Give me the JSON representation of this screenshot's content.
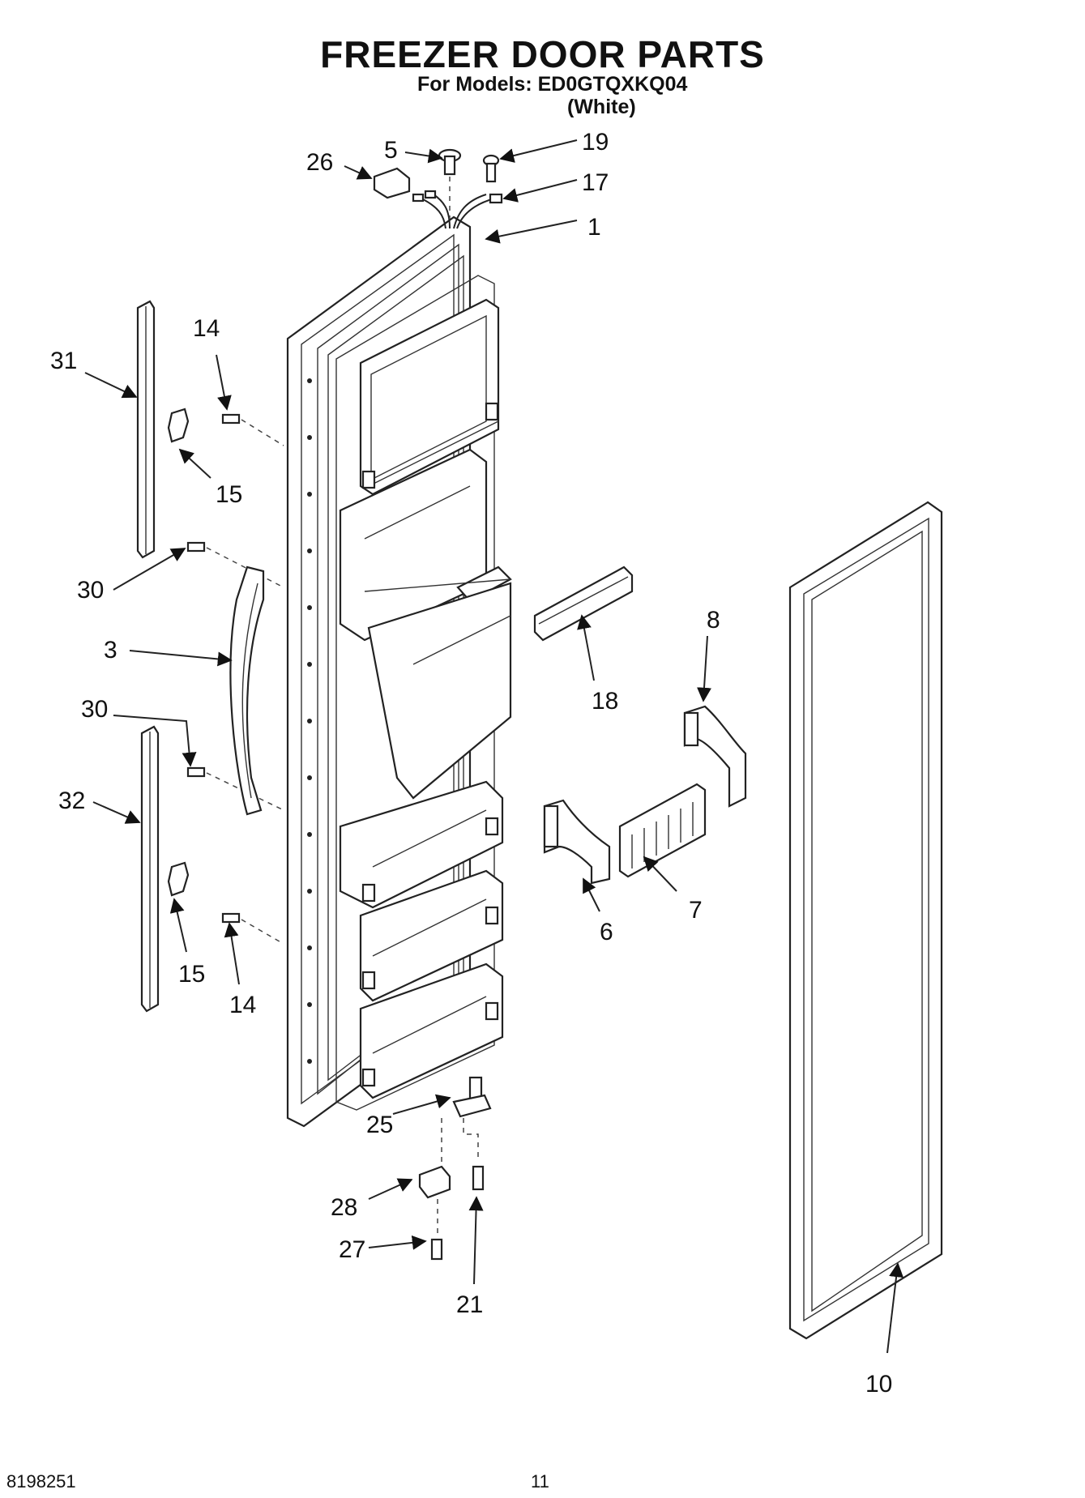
{
  "header": {
    "title": "FREEZER DOOR PARTS",
    "models_line": "For Models: ED0GTQXKQ04",
    "variant": "(White)"
  },
  "footer": {
    "doc_number": "8198251",
    "page_number": "11"
  },
  "callouts": [
    {
      "id": "c26",
      "label": "26"
    },
    {
      "id": "c5",
      "label": "5"
    },
    {
      "id": "c19",
      "label": "19"
    },
    {
      "id": "c17",
      "label": "17"
    },
    {
      "id": "c1",
      "label": "1"
    },
    {
      "id": "c14a",
      "label": "14"
    },
    {
      "id": "c31",
      "label": "31"
    },
    {
      "id": "c15a",
      "label": "15"
    },
    {
      "id": "c30a",
      "label": "30"
    },
    {
      "id": "c3",
      "label": "3"
    },
    {
      "id": "c30b",
      "label": "30"
    },
    {
      "id": "c32",
      "label": "32"
    },
    {
      "id": "c15b",
      "label": "15"
    },
    {
      "id": "c14b",
      "label": "14"
    },
    {
      "id": "c18",
      "label": "18"
    },
    {
      "id": "c8",
      "label": "8"
    },
    {
      "id": "c6",
      "label": "6"
    },
    {
      "id": "c7",
      "label": "7"
    },
    {
      "id": "c25",
      "label": "25"
    },
    {
      "id": "c28",
      "label": "28"
    },
    {
      "id": "c27",
      "label": "27"
    },
    {
      "id": "c21",
      "label": "21"
    },
    {
      "id": "c10",
      "label": "10"
    }
  ]
}
